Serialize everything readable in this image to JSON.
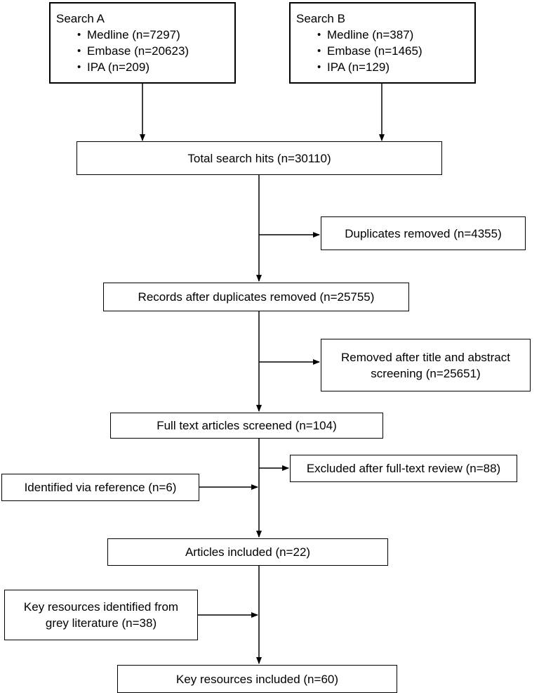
{
  "search_a": {
    "title": "Search A",
    "items": [
      "Medline (n=7297)",
      "Embase (n=20623)",
      "IPA (n=209)"
    ]
  },
  "search_b": {
    "title": "Search B",
    "items": [
      "Medline (n=387)",
      "Embase (n=1465)",
      "IPA (n=129)"
    ]
  },
  "total_hits": "Total search hits (n=30110)",
  "duplicates_removed": "Duplicates removed (n=4355)",
  "after_duplicates": "Records after duplicates removed (n=25755)",
  "title_abstract_removed": {
    "line1": "Removed after title and abstract",
    "line2": "screening (n=25651)"
  },
  "full_text_screened": "Full text articles screened (n=104)",
  "excluded_full_text": "Excluded after full-text review (n=88)",
  "identified_reference": "Identified via reference (n=6)",
  "articles_included": "Articles included (n=22)",
  "grey_literature": {
    "line1": "Key resources identified from",
    "line2": "grey literature (n=38)"
  },
  "key_resources_included": "Key resources included (n=60)"
}
